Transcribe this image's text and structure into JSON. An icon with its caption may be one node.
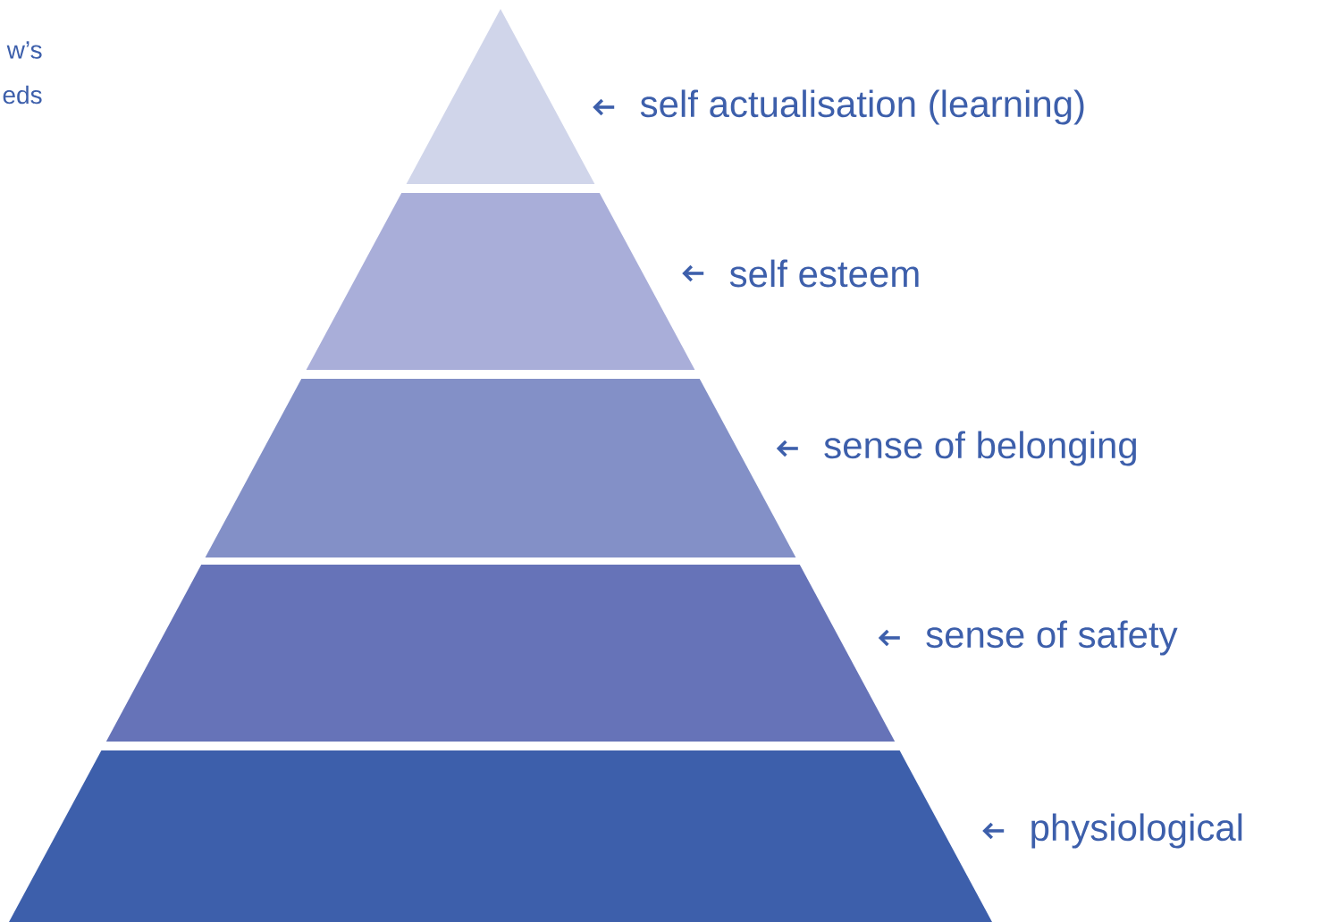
{
  "diagram": {
    "nodes": [
      {
        "text": [],
        "shape": "triangle",
        "beside": [
          "self actualisation (learning)"
        ]
      },
      {
        "text": [],
        "shape": "band",
        "beside": [
          "self esteem"
        ]
      },
      {
        "text": [],
        "shape": "band",
        "beside": [
          "sense of belonging"
        ]
      },
      {
        "text": [],
        "shape": "band",
        "beside": [
          "sense of safety"
        ]
      },
      {
        "text": [],
        "shape": "band",
        "beside": [
          "physiological"
        ]
      }
    ],
    "labels": [
      "w’s",
      "eds"
    ]
  }
}
